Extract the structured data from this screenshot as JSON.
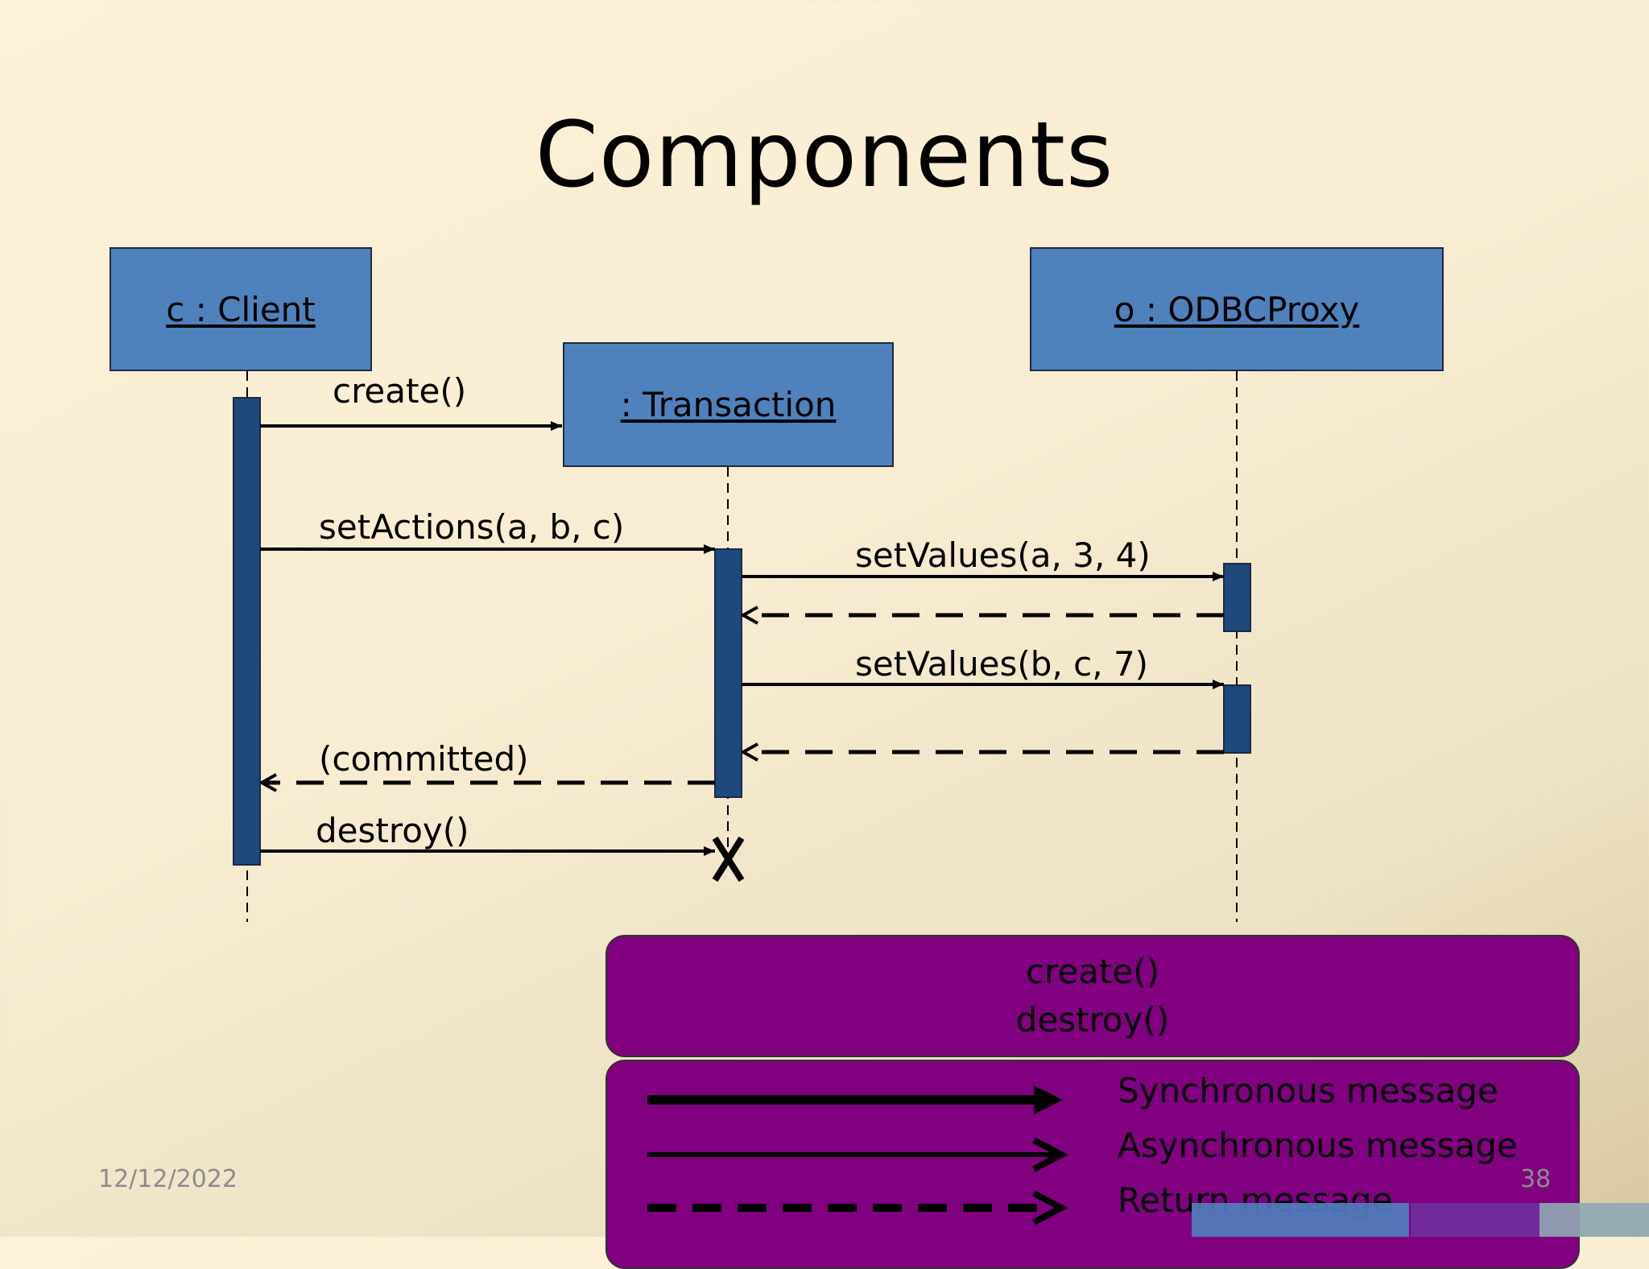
{
  "title": "Components",
  "lifelines": {
    "client": "c : Client",
    "transaction": ": Transaction",
    "proxy": "o : ODBCProxy"
  },
  "messages": {
    "create": "create()",
    "set_actions": "setActions(a, b, c)",
    "set_values_1": "setValues(a, 3, 4)",
    "set_values_2": "setValues(b, c, 7)",
    "committed": "(committed)",
    "destroy": "destroy()"
  },
  "note": {
    "line1": "create()",
    "line2": "destroy()"
  },
  "legend": {
    "synchronous": "Synchronous message",
    "asynchronous": "Asynchronous message",
    "return": "Return message"
  },
  "footer": {
    "date": "12/12/2022",
    "page": "38"
  },
  "colors": {
    "object_fill": "#4f81bd",
    "activation_fill": "#1f497d",
    "note_fill": "#800080"
  }
}
